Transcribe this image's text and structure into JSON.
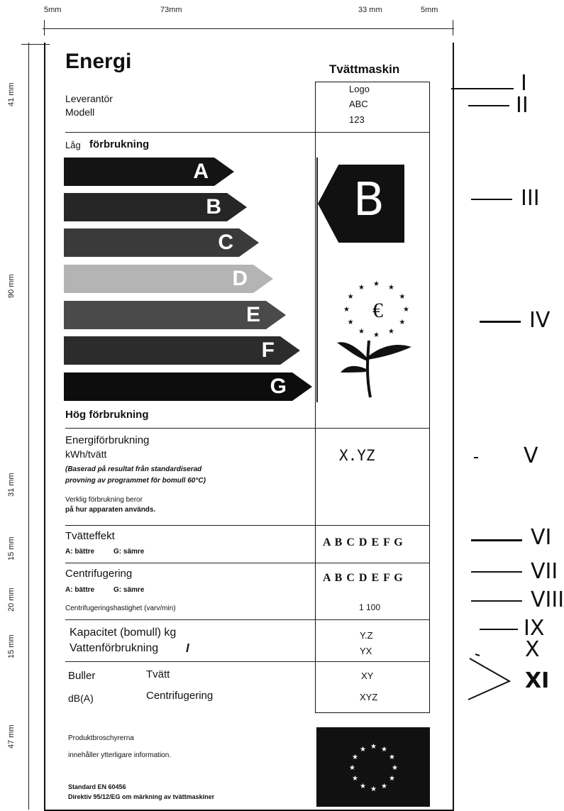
{
  "dimensions": {
    "top": [
      "5mm",
      "73mm",
      "33 mm",
      "5mm"
    ],
    "left": [
      "41 mm",
      "90 mm",
      "31 mm",
      "15 mm",
      "20 mm",
      "15 mm",
      "47 mm"
    ]
  },
  "label": {
    "title": "Energi",
    "appliance": "Tvättmaskin",
    "supplier_label": "Leverantör",
    "model_label": "Modell",
    "logo": "Logo",
    "supplier_value": "ABC",
    "model_value": "123",
    "low_consumption_word": "Låg",
    "consumption_word": "förbrukning",
    "high_consumption": "Hög förbrukning",
    "classes": [
      {
        "letter": "A",
        "color": "#141414"
      },
      {
        "letter": "B",
        "color": "#262626"
      },
      {
        "letter": "C",
        "color": "#3a3a3a"
      },
      {
        "letter": "D",
        "color": "#b4b4b4"
      },
      {
        "letter": "E",
        "color": "#4a4a4a"
      },
      {
        "letter": "F",
        "color": "#2c2c2c"
      },
      {
        "letter": "G",
        "color": "#0d0d0d"
      }
    ],
    "rating": "B",
    "eco_icon": "eu-flower-icon",
    "energy_consumption": "Energiförbrukning",
    "energy_unit": "kWh/tvätt",
    "energy_note_1": "(Baserad på resultat från standardiserad",
    "energy_note_2": "provning av programmet för bomull 60°C)",
    "energy_note_3": "Verklig förbrukning beror",
    "energy_note_4": "på hur apparaten används.",
    "energy_value": "X.YZ",
    "wash_performance": "Tvätteffekt",
    "wash_better": "A: bättre",
    "wash_worse": "G: sämre",
    "wash_scale": "A B C D E F G",
    "spin": "Centrifugering",
    "spin_better": "A:  bättre",
    "spin_worse": "G:  sämre",
    "spin_scale": "A B C D E F G",
    "spin_speed": "Centrifugeringshastighet (varv/min)",
    "spin_speed_value": "1 100",
    "capacity": "Kapacitet (bomull) kg",
    "capacity_value": "Y.Z",
    "water": "Vattenförbrukning",
    "water_symbol": "l",
    "water_value": "YX",
    "noise": "Buller",
    "noise_unit": "dB(A)",
    "noise_wash": "Tvätt",
    "noise_spin": "Centrifugering",
    "noise_wash_value": "XY",
    "noise_spin_value": "XYZ",
    "brochure_1": "Produktbroschyrerna",
    "brochure_2": "innehåller   ytterligare   information.",
    "standard": "Standard EN 60456",
    "directive": "Direktiv 95/12/EG om märkning av tvättmaskiner",
    "flag_icon": "eu-flag-icon"
  },
  "romans": [
    "I",
    "II",
    "III",
    "IV",
    "V",
    "VI",
    "VII",
    "VIII",
    "IX",
    "X",
    "XI"
  ]
}
